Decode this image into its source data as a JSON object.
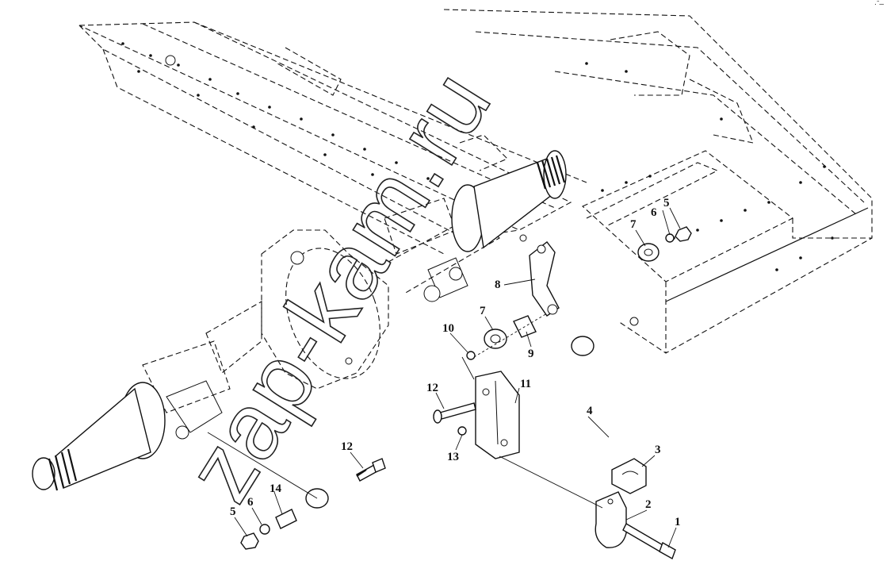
{
  "watermark": "zap-kam.ru",
  "corner_mark": "·ˉ‒",
  "callouts": [
    {
      "id": "c1",
      "text": "1"
    },
    {
      "id": "c2",
      "text": "2"
    },
    {
      "id": "c3",
      "text": "3"
    },
    {
      "id": "c4",
      "text": "4"
    },
    {
      "id": "c5a",
      "text": "5"
    },
    {
      "id": "c5b",
      "text": "5"
    },
    {
      "id": "c6a",
      "text": "6"
    },
    {
      "id": "c6b",
      "text": "6"
    },
    {
      "id": "c7a",
      "text": "7"
    },
    {
      "id": "c7b",
      "text": "7"
    },
    {
      "id": "c8",
      "text": "8"
    },
    {
      "id": "c9",
      "text": "9"
    },
    {
      "id": "c10",
      "text": "10"
    },
    {
      "id": "c11",
      "text": "11"
    },
    {
      "id": "c12a",
      "text": "12"
    },
    {
      "id": "c12b",
      "text": "12"
    },
    {
      "id": "c13",
      "text": "13"
    },
    {
      "id": "c14",
      "text": "14"
    }
  ]
}
